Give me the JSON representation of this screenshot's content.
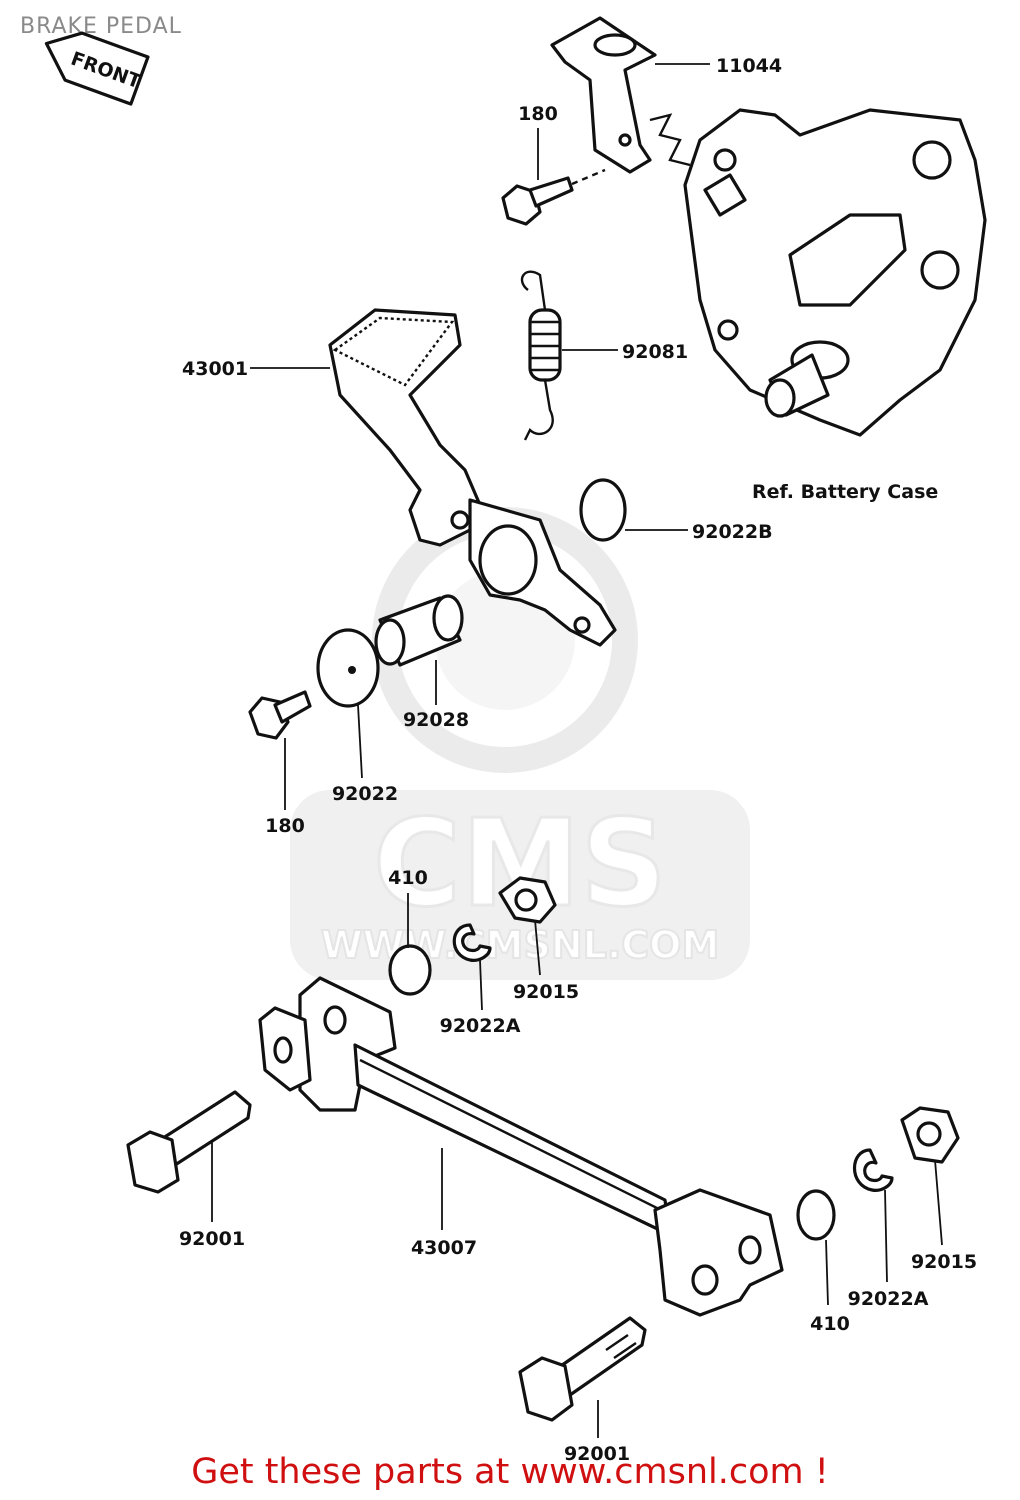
{
  "title": "BRAKE PEDAL",
  "front_tag": "FRONT",
  "watermark": {
    "brand": "CMS",
    "url": "WWW.CMSNL.COM"
  },
  "reference_note": "Ref. Battery Case",
  "footer": "Get these parts at www.cmsnl.com !",
  "parts": [
    {
      "number": "11044"
    },
    {
      "number": "180"
    },
    {
      "number": "92081"
    },
    {
      "number": "43001"
    },
    {
      "number": "92022B"
    },
    {
      "number": "92028"
    },
    {
      "number": "92022"
    },
    {
      "number": "180"
    },
    {
      "number": "410"
    },
    {
      "number": "92015"
    },
    {
      "number": "92022A"
    },
    {
      "number": "92001"
    },
    {
      "number": "43007"
    },
    {
      "number": "92015"
    },
    {
      "number": "92022A"
    },
    {
      "number": "410"
    },
    {
      "number": "92001"
    }
  ],
  "colors": {
    "ink": "#111111",
    "footer": "#d01010",
    "watermark": "#dcdcdc",
    "title": "#8a8a8a"
  }
}
